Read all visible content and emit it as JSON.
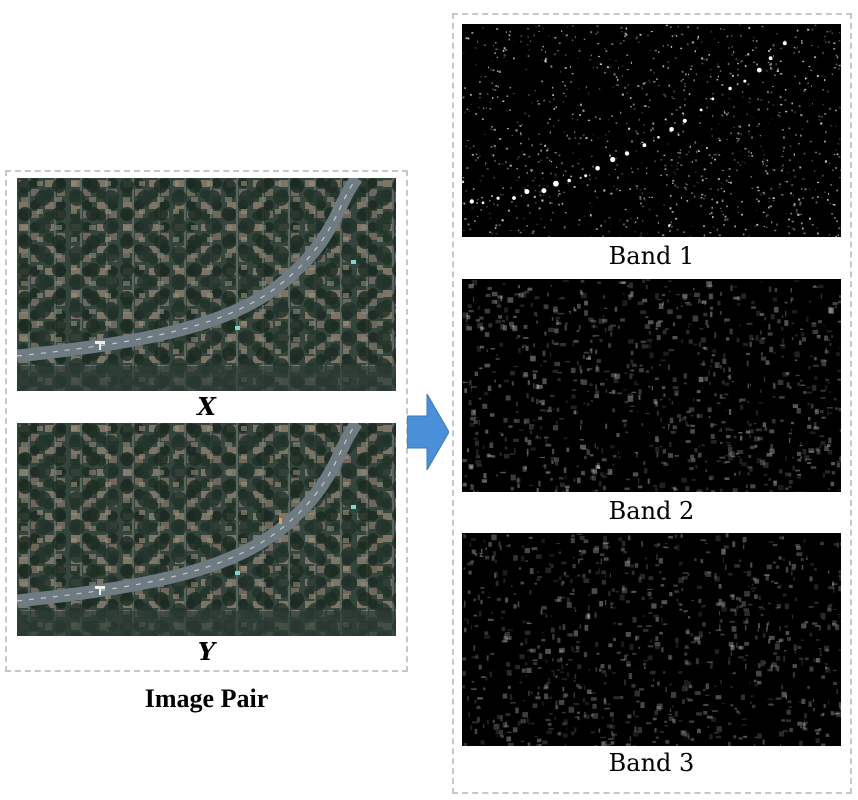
{
  "image_pair": {
    "title": "Image Pair",
    "x_label": "X",
    "y_label": "Y"
  },
  "bands": [
    {
      "label": "Band 1"
    },
    {
      "label": "Band 2"
    },
    {
      "label": "Band 3"
    }
  ],
  "arrow": {
    "color": "#4a90d9",
    "icon": "right-arrow-icon"
  }
}
